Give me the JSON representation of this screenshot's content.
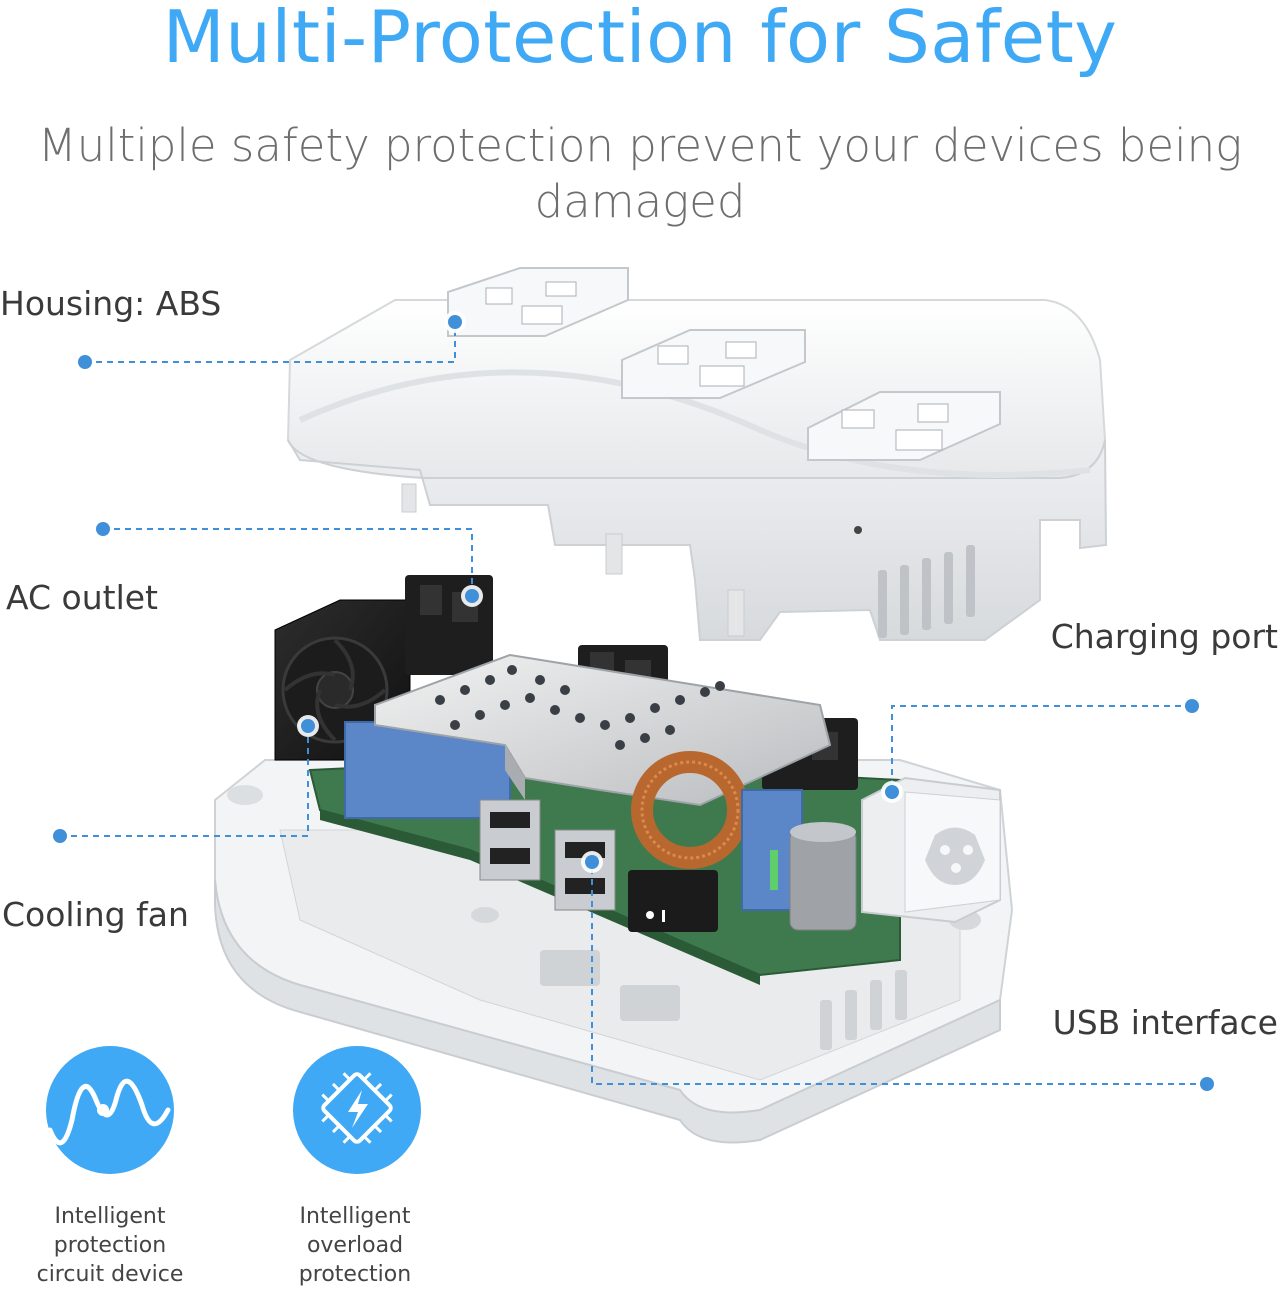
{
  "header": {
    "title": "Multi-Protection for Safety",
    "subtitle": "Multiple safety protection prevent your devices being damaged"
  },
  "callouts": {
    "housing": "Housing: ABS",
    "ac_outlet": "AC outlet",
    "cooling_fan": "Cooling fan",
    "charging_port": "Charging port",
    "usb_interface": "USB interface"
  },
  "features": [
    {
      "icon": "sine-wave-icon",
      "line1": "Intelligent protection",
      "line2": "circuit device"
    },
    {
      "icon": "chip-bolt-icon",
      "line1": "Intelligent overload",
      "line2": "protection"
    }
  ],
  "colors": {
    "accent": "#3fa9f5",
    "callout_line": "#3f8fd9",
    "housing": "#f4f5f6",
    "pcb": "#3e7a4e"
  }
}
